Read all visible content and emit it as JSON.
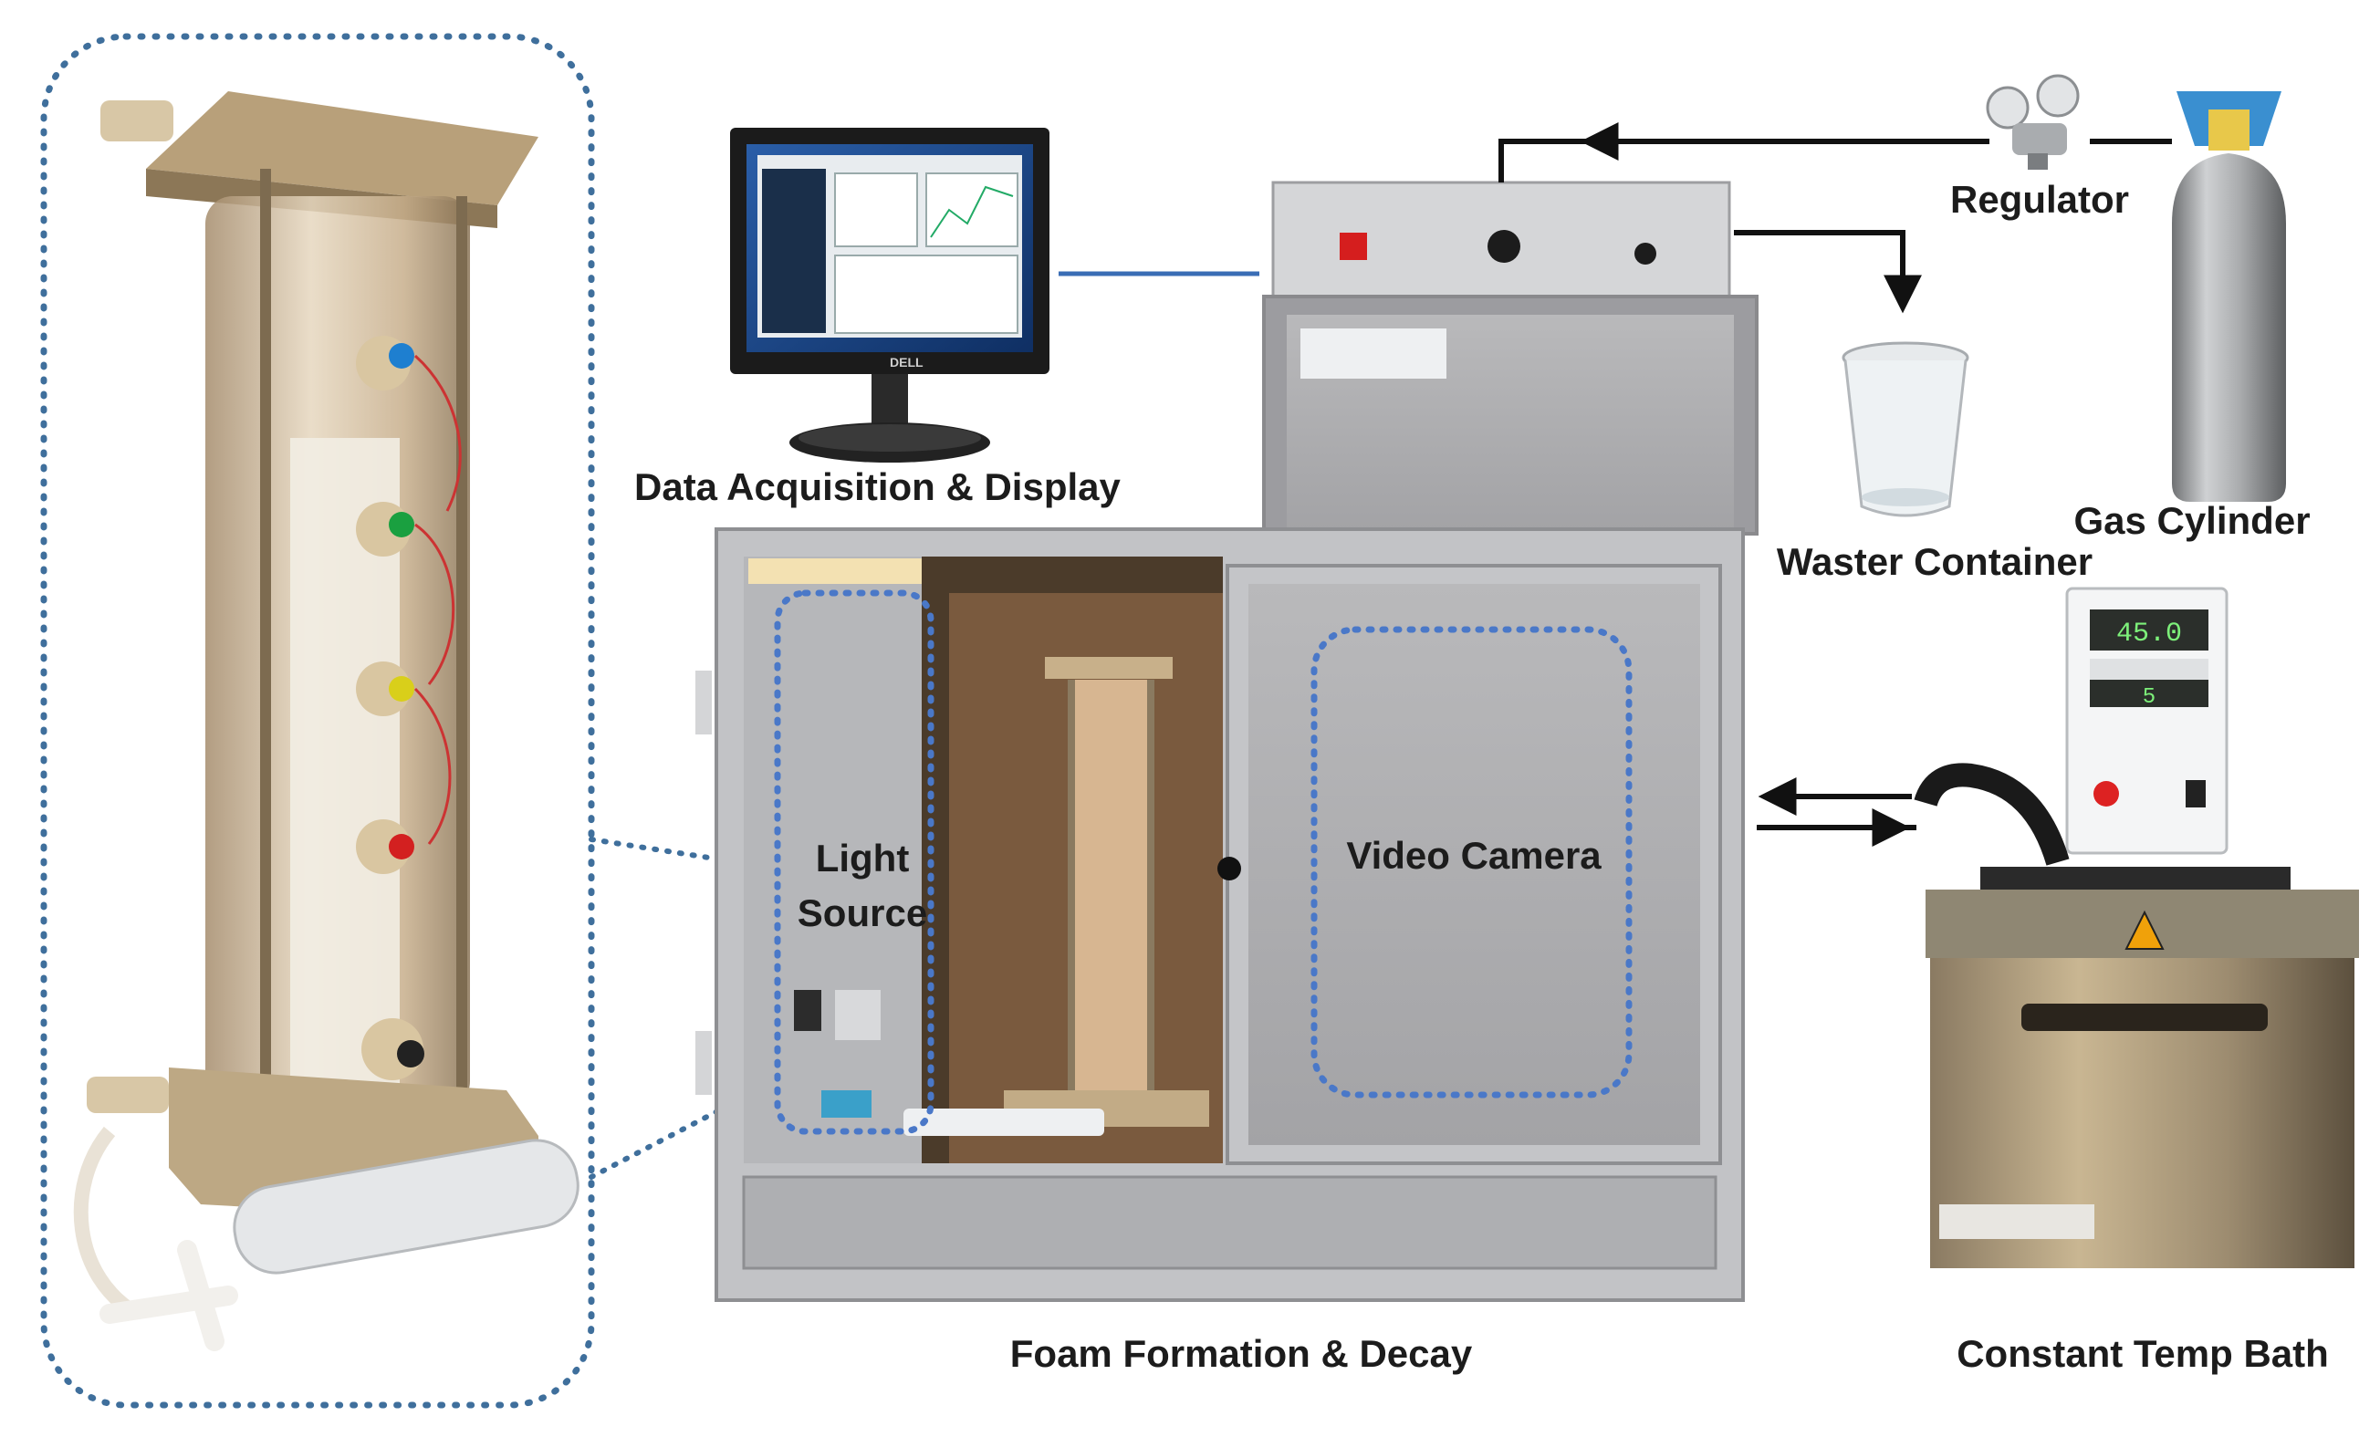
{
  "labels": {
    "data_acquisition": "Data Acquisition & Display",
    "regulator": "Regulator",
    "gas_cylinder": "Gas Cylinder",
    "waster_container": "Waster Container",
    "light_source_line1": "Light",
    "light_source_line2": "Source",
    "video_camera": "Video Camera",
    "foam_formation": "Foam Formation & Decay",
    "constant_temp_bath": "Constant Temp Bath"
  },
  "device_text": {
    "thermostat_display": "45.0",
    "thermostat_setpoint": "5",
    "monitor_brand": "DELL"
  },
  "colors": {
    "dotted_callout": "#3f6f9c",
    "dashed_highlight": "#4a78c8",
    "arrow_line": "#111111",
    "data_link": "#3a6db5"
  }
}
